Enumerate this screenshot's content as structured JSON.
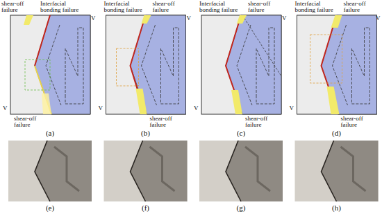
{
  "diagram": {
    "labels": [
      "shear-off failure",
      "Interfacial bonding failure",
      "V",
      "V",
      "shear-off failure",
      "(a)",
      "Interfacial bonding failure",
      "shear-off failure",
      "V",
      "V",
      "shear-off failure",
      "(b)",
      "Interfacial bonding failure",
      "shear-off failure",
      "V",
      "V",
      "shear-off failure",
      "(c)",
      "Interfacial bonding failure",
      "shear-off failure",
      "V",
      "V",
      "shear-off failure",
      "(d)",
      "(e)",
      "(f)",
      "(g)",
      "(h)"
    ]
  }
}
